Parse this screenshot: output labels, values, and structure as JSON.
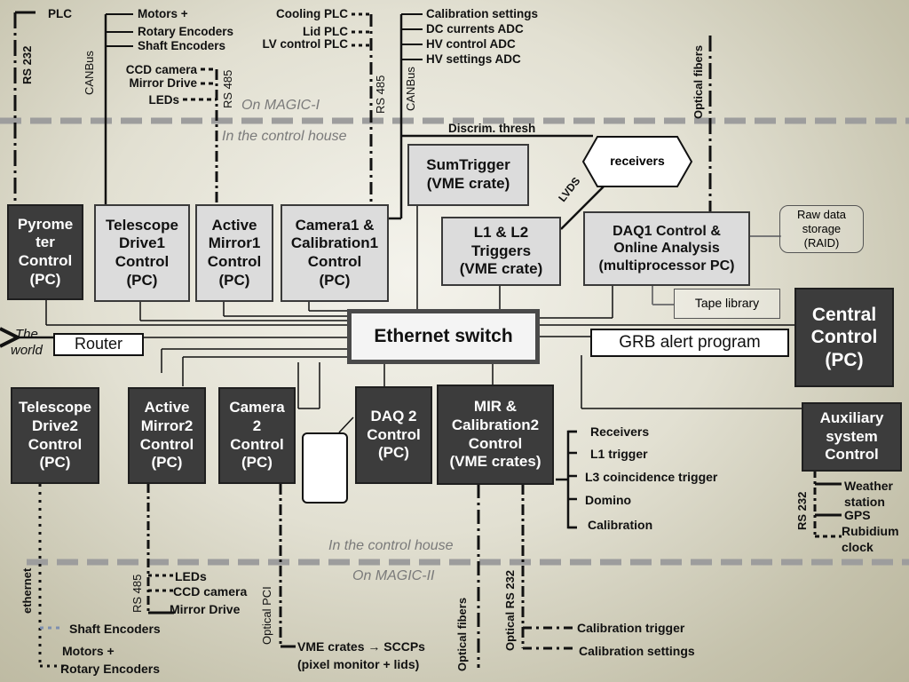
{
  "boxes": {
    "pyrometer": "Pyrome\nter\nControl\n(PC)",
    "drive1": "Telescope\nDrive1\nControl\n(PC)",
    "mirror1": "Active\nMirror1\nControl\n(PC)",
    "camera1": "Camera1 &\nCalibration1\nControl\n(PC)",
    "sumtrigger": "SumTrigger\n(VME crate)",
    "l1l2": "L1 & L2\nTriggers\n(VME crate)",
    "receivers": "receivers",
    "daq1": "DAQ1 Control &\nOnline Analysis\n(multiprocessor PC)",
    "raid": "Raw data\nstorage\n(RAID)",
    "tape": "Tape library",
    "central": "Central\nControl\n(PC)",
    "ethernet": "Ethernet switch",
    "router": "Router",
    "grb": "GRB alert program",
    "drive2": "Telescope\nDrive2\nControl\n(PC)",
    "mirror2": "Active\nMirror2\nControl\n(PC)",
    "camera2": "Camera\n2\nControl\n(PC)",
    "daq2": "DAQ 2\nControl\n(PC)",
    "mir": "MIR  &\nCalibration2\nControl\n(VME crates)",
    "aux": "Auxiliary\nsystem\nControl"
  },
  "labels": {
    "plc": "PLC",
    "motors_top": "Motors +",
    "rotary_top": "Rotary Encoders",
    "shaft_top": "Shaft Encoders",
    "ccd_top": "CCD camera",
    "mirror_drive_top": "Mirror Drive",
    "leds_top": "LEDs",
    "cooling_plc": "Cooling PLC",
    "lid_plc": "Lid PLC",
    "lv_plc": "LV control PLC",
    "calib_settings_top": "Calibration settings",
    "dc_currents": "DC currents ADC",
    "hv_control": "HV control ADC",
    "hv_settings": "HV settings ADC",
    "discrim": "Discrim. thresh",
    "world": "The\nworld",
    "receivers_r": "Receivers",
    "l1_trigger": "L1 trigger",
    "l3_trigger": "L3 coincidence trigger",
    "domino": "Domino",
    "calibration_r": "Calibration",
    "weather": "Weather\nstation",
    "gps": "GPS",
    "rubidium": "Rubidium\nclock",
    "leds_bot": "LEDs",
    "ccd_bot": "CCD camera",
    "mirror_drive_bot": "Mirror Drive",
    "shaft_bot": "Shaft Encoders",
    "motors_bot": "Motors +",
    "rotary_bot": "Rotary Encoders",
    "vme_sccp": "VME crates → SCCPs",
    "pixel_monitor": "(pixel monitor + lids)",
    "calib_trigger": "Calibration trigger",
    "calib_settings_bot": "Calibration settings"
  },
  "vertical_labels": {
    "rs232_top": "RS 232",
    "canbus_left": "CANBus",
    "rs485_top": "RS 485",
    "rs485_mid": "RS 485",
    "canbus_mid": "CANBus",
    "optical_fibers_top": "Optical fibers",
    "lvds": "LVDS",
    "ethernet_bot": "ethernet",
    "rs485_bot": "RS 485",
    "optical_pci": "Optical PCI",
    "optical_fibers_bot": "Optical fibers",
    "optical_rs232": "Optical RS 232",
    "rs232_aux": "RS 232"
  },
  "zones": {
    "on_magic1": "On MAGIC-I",
    "control_house_top": "In the control house",
    "control_house_bot": "In the control house",
    "on_magic2": "On MAGIC-II"
  }
}
